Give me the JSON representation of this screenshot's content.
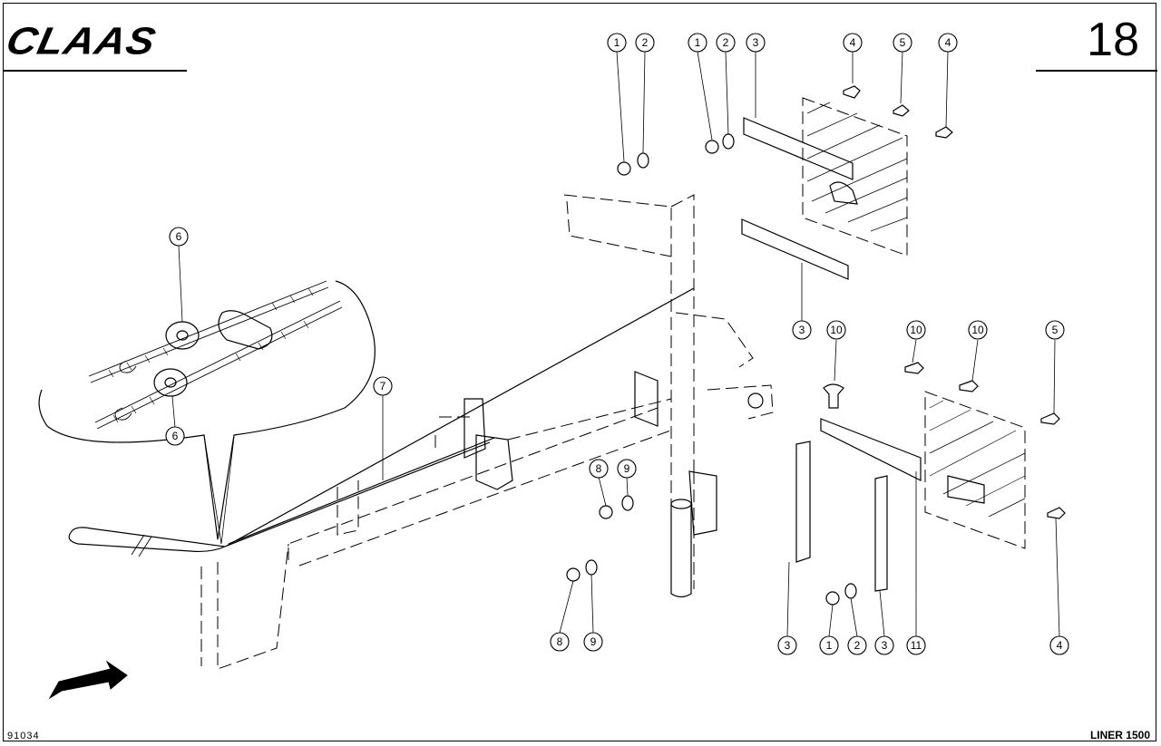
{
  "header": {
    "brand_name": "CLAAS",
    "page_number": "18"
  },
  "footer": {
    "drawing_code": "91034",
    "model_name": "LINER 1500"
  },
  "callouts": [
    "1",
    "2",
    "1",
    "2",
    "3",
    "4",
    "5",
    "4",
    "3",
    "10",
    "10",
    "10",
    "5",
    "6",
    "6",
    "7",
    "8",
    "9",
    "8",
    "9",
    "3",
    "1",
    "2",
    "3",
    "11",
    "4"
  ]
}
